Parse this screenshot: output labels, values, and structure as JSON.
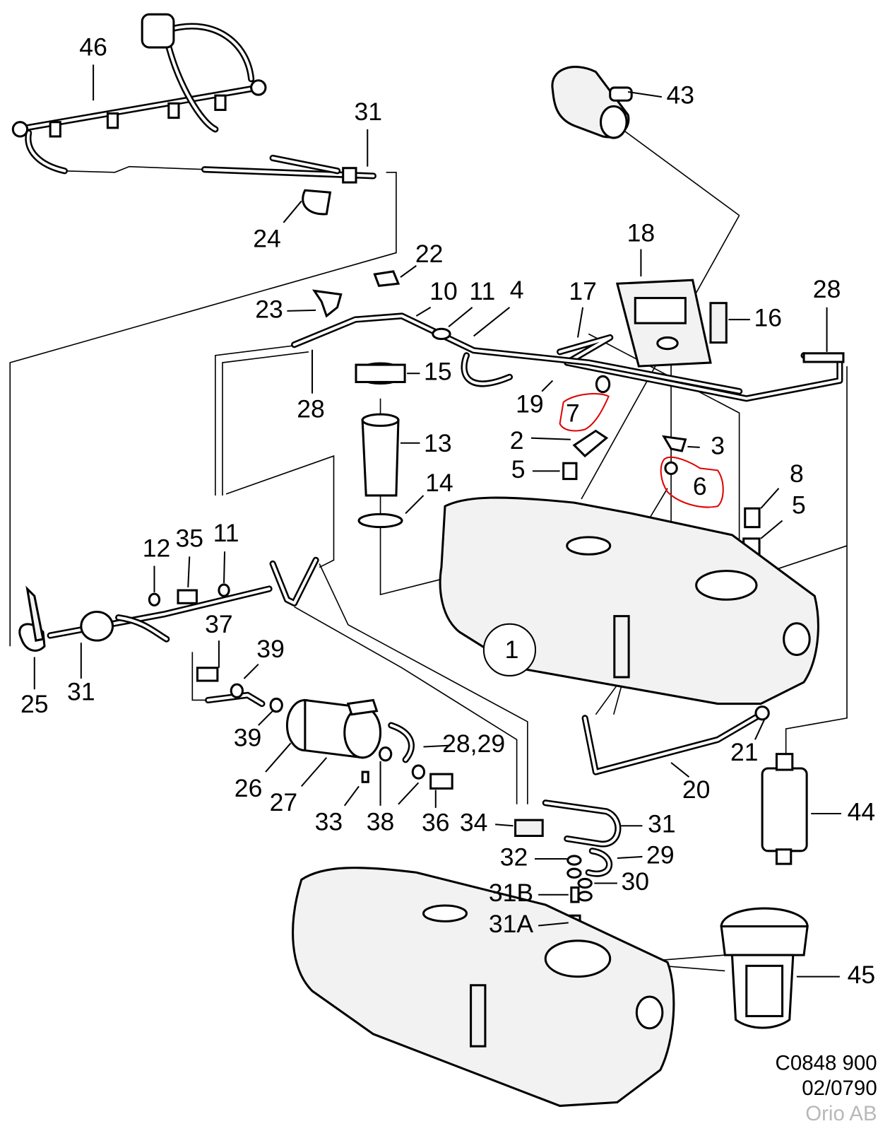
{
  "labels": [
    "46",
    "31",
    "24",
    "43",
    "18",
    "22",
    "23",
    "10",
    "11",
    "4",
    "17",
    "28",
    "16",
    "15",
    "28",
    "19",
    "7",
    "2",
    "3",
    "13",
    "5",
    "6",
    "14",
    "8",
    "5",
    "12",
    "35",
    "11",
    "1",
    "37",
    "39",
    "25",
    "31",
    "39",
    "28,29",
    "21",
    "20",
    "44",
    "26",
    "27",
    "33",
    "38",
    "36",
    "34",
    "31",
    "32",
    "29",
    "30",
    "31B",
    "31A",
    "45"
  ],
  "footer": {
    "code": "C0848 900",
    "date": "02/0790",
    "copyright": "Orio AB"
  },
  "colors": {
    "markup": "#e00000",
    "copyright": "#b8b8b8"
  }
}
